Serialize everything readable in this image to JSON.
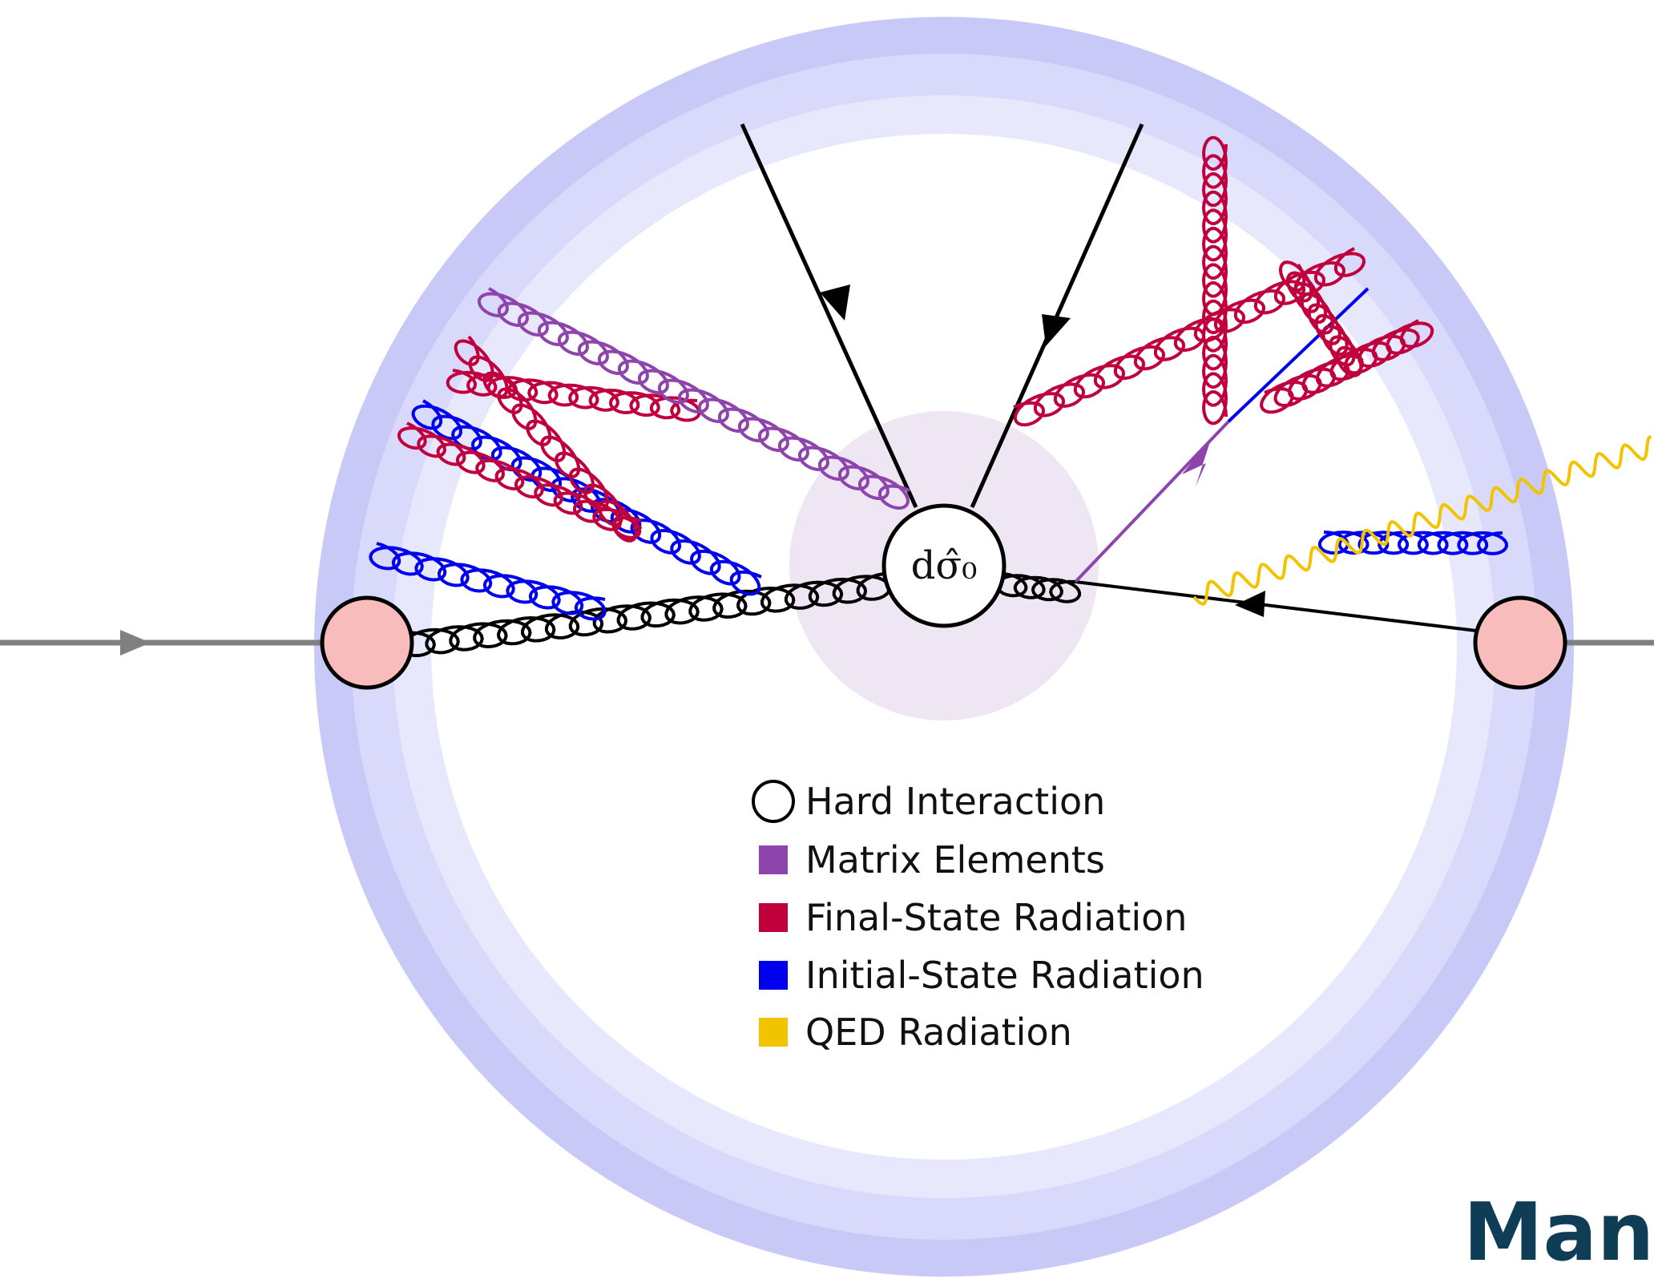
{
  "hard_interaction": {
    "label": "dσ̂₀"
  },
  "legend": [
    {
      "label": "Hard Interaction",
      "swatch": "circle",
      "color": "#000000"
    },
    {
      "label": "Matrix Elements",
      "swatch": "square",
      "color": "#8e44ad"
    },
    {
      "label": "Final-State Radiation",
      "swatch": "square",
      "color": "#c0003c"
    },
    {
      "label": "Initial-State Radiation",
      "swatch": "square",
      "color": "#0000ee"
    },
    {
      "label": "QED Radiation",
      "swatch": "square",
      "color": "#f2c400"
    }
  ],
  "corner_text": "Many",
  "colors": {
    "ring_outer": "#c9c9f8",
    "ring_middle": "#d9d9fb",
    "ring_inner": "#e8e8fd",
    "hard_region": "#efe6f3",
    "beam_blob": "#f8bcbc",
    "beam_line": "#808080",
    "matrix_elements": "#8e44ad",
    "final_state": "#c0003c",
    "initial_state": "#0000ee",
    "qed": "#f2c400"
  }
}
